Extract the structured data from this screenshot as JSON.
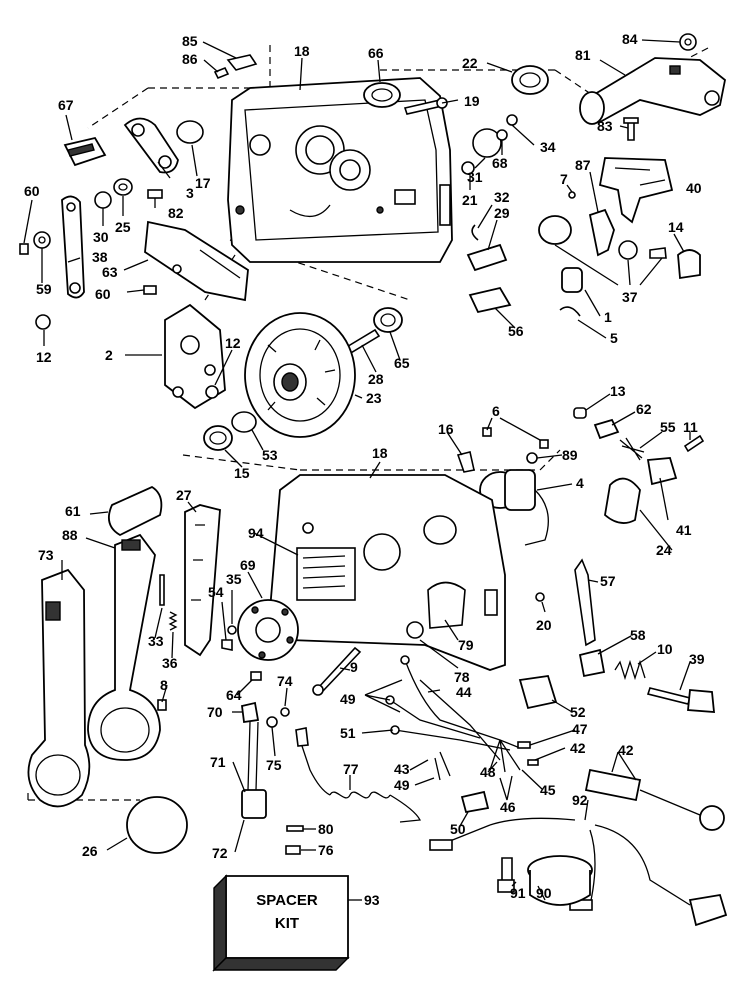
{
  "callouts": {
    "c85": "85",
    "c86": "86",
    "c18a": "18",
    "c66": "66",
    "c22": "22",
    "c84": "84",
    "c81": "81",
    "c67": "67",
    "c19": "19",
    "c34": "34",
    "c68": "68",
    "c83": "83",
    "c3": "3",
    "c17": "17",
    "c31": "31",
    "c87": "87",
    "c7": "7",
    "c40": "40",
    "c60a": "60",
    "c25": "25",
    "c82": "82",
    "c30": "30",
    "c21": "21",
    "c32": "32",
    "c29": "29",
    "c14": "14",
    "c38": "38",
    "c59": "59",
    "c63": "63",
    "c60b": "60",
    "c37": "37",
    "c1": "1",
    "c5": "5",
    "c56": "56",
    "c12a": "12",
    "c2": "2",
    "c12b": "12",
    "c65": "65",
    "c28": "28",
    "c23": "23",
    "c13": "13",
    "c62": "62",
    "c55": "55",
    "c11": "11",
    "c15": "15",
    "c53": "53",
    "c16": "16",
    "c6": "6",
    "c89": "89",
    "c18b": "18",
    "c4": "4",
    "c41": "41",
    "c24": "24",
    "c61": "61",
    "c27": "27",
    "c94": "94",
    "c88": "88",
    "c73": "73",
    "c69": "69",
    "c35": "35",
    "c54": "54",
    "c57": "57",
    "c20": "20",
    "c33": "33",
    "c36": "36",
    "c79": "79",
    "c58": "58",
    "c10": "10",
    "c39": "39",
    "c9": "9",
    "c78": "78",
    "c8": "8",
    "c64": "64",
    "c74": "74",
    "c49a": "49",
    "c44": "44",
    "c70": "70",
    "c52": "52",
    "c51": "51",
    "c47": "47",
    "c42a": "42",
    "c42b": "42",
    "c75": "75",
    "c71": "71",
    "c43": "43",
    "c49b": "49",
    "c48": "48",
    "c45": "45",
    "c46": "46",
    "c77": "77",
    "c92": "92",
    "c50": "50",
    "c80": "80",
    "c26": "26",
    "c72": "72",
    "c76": "76",
    "c91": "91",
    "c90": "90",
    "c93": "93"
  },
  "spacer_kit": {
    "line1": "SPACER",
    "line2": "KIT"
  }
}
